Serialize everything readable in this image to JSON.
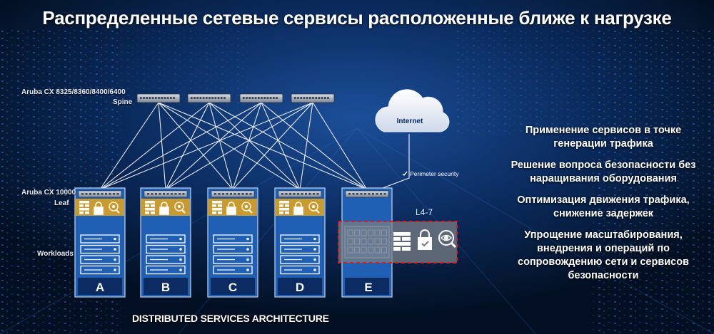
{
  "title": "Распределенные сетевые сервисы расположенные ближе к нагрузке",
  "labels": {
    "spine_model": "Aruba CX 8325/8360/8400/6400",
    "spine": "Spine",
    "leaf_model": "Aruba CX 10000",
    "leaf": "Leaf",
    "workloads": "Workloads",
    "internet": "Internet",
    "perimeter": "Perimeter security",
    "l47": "L4-7",
    "bottom_caption": "DISTRIBUTED SERVICES ARCHITECTURE"
  },
  "racks": [
    "A",
    "B",
    "C",
    "D",
    "E"
  ],
  "bullets": [
    "Применение сервисов в точке генерации трафика",
    "Решение вопроса безопасности без наращивания оборудования",
    "Оптимизация движения трафика, снижение задержек",
    "Упрощение масштабирования, внедрения и операций по сопровождению сети и сервисов безопасности"
  ],
  "colors": {
    "rack_blue": "#1f5fb4",
    "rack_gold": "#c99a2e",
    "dashed_red": "#d92020",
    "background": "#041530"
  },
  "icons": [
    "switch-icon",
    "firewall-icon",
    "lock-icon",
    "eye-icon",
    "cloud-icon",
    "server-icon",
    "checkmark-icon"
  ]
}
